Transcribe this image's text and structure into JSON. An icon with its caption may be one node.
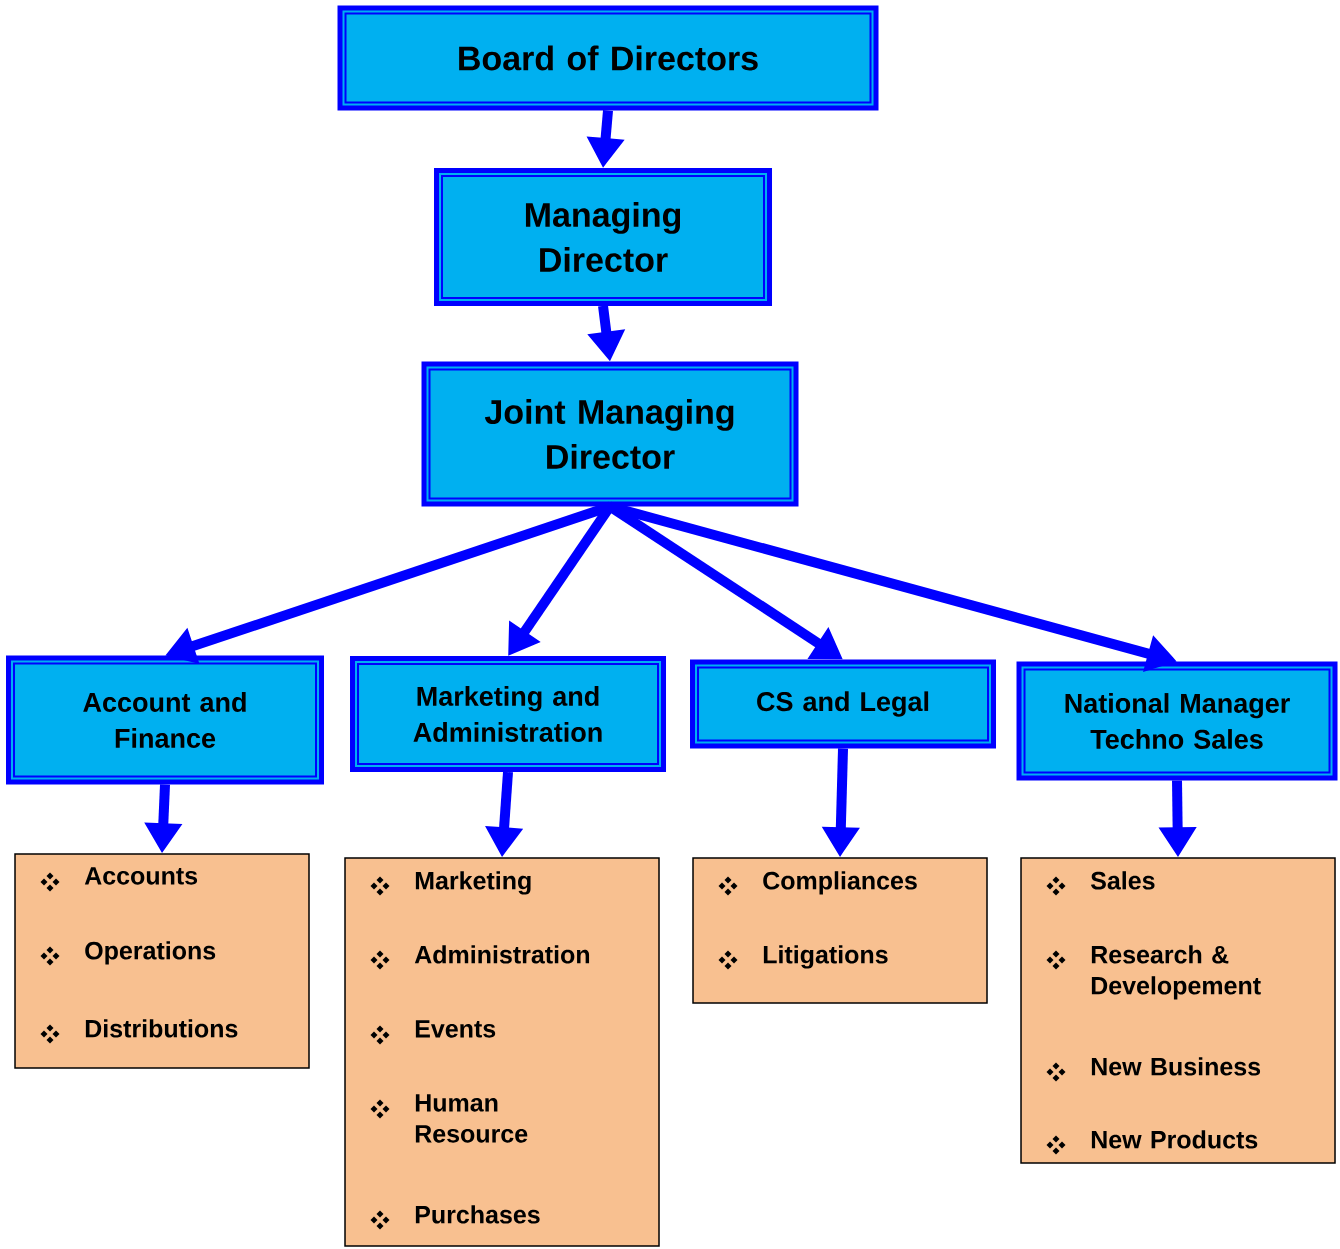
{
  "diagram": {
    "nodes": [
      {
        "text": [
          "Board of Directors"
        ]
      },
      {
        "text": [
          "Managing Director"
        ]
      },
      {
        "text": [
          "Joint Managing Director"
        ]
      },
      {
        "text": [
          "Account and Finance"
        ]
      },
      {
        "text": [
          "Marketing and Administration"
        ]
      },
      {
        "text": [
          "CS and Legal"
        ]
      },
      {
        "text": [
          "National Manager Techno Sales"
        ]
      },
      {
        "text": [
          "Accounts",
          "Operations",
          "Distributions"
        ]
      },
      {
        "text": [
          "Marketing",
          "Administration",
          "Events",
          "Human Resource",
          "Purchases"
        ]
      },
      {
        "text": [
          "Compliances",
          "Litigations"
        ]
      },
      {
        "text": [
          "Sales",
          "Research & Developement",
          "New Business",
          "New Products"
        ]
      }
    ],
    "edges": [
      {
        "from": 0,
        "to": 1,
        "arrow": "to"
      },
      {
        "from": 1,
        "to": 2,
        "arrow": "to"
      },
      {
        "from": 2,
        "to": 3,
        "arrow": "to"
      },
      {
        "from": 2,
        "to": 4,
        "arrow": "to"
      },
      {
        "from": 2,
        "to": 5,
        "arrow": "to"
      },
      {
        "from": 2,
        "to": 6,
        "arrow": "to"
      },
      {
        "from": 3,
        "to": 7,
        "arrow": "to"
      },
      {
        "from": 4,
        "to": 8,
        "arrow": "to"
      },
      {
        "from": 5,
        "to": 9,
        "arrow": "to"
      },
      {
        "from": 6,
        "to": 10,
        "arrow": "to"
      }
    ]
  }
}
